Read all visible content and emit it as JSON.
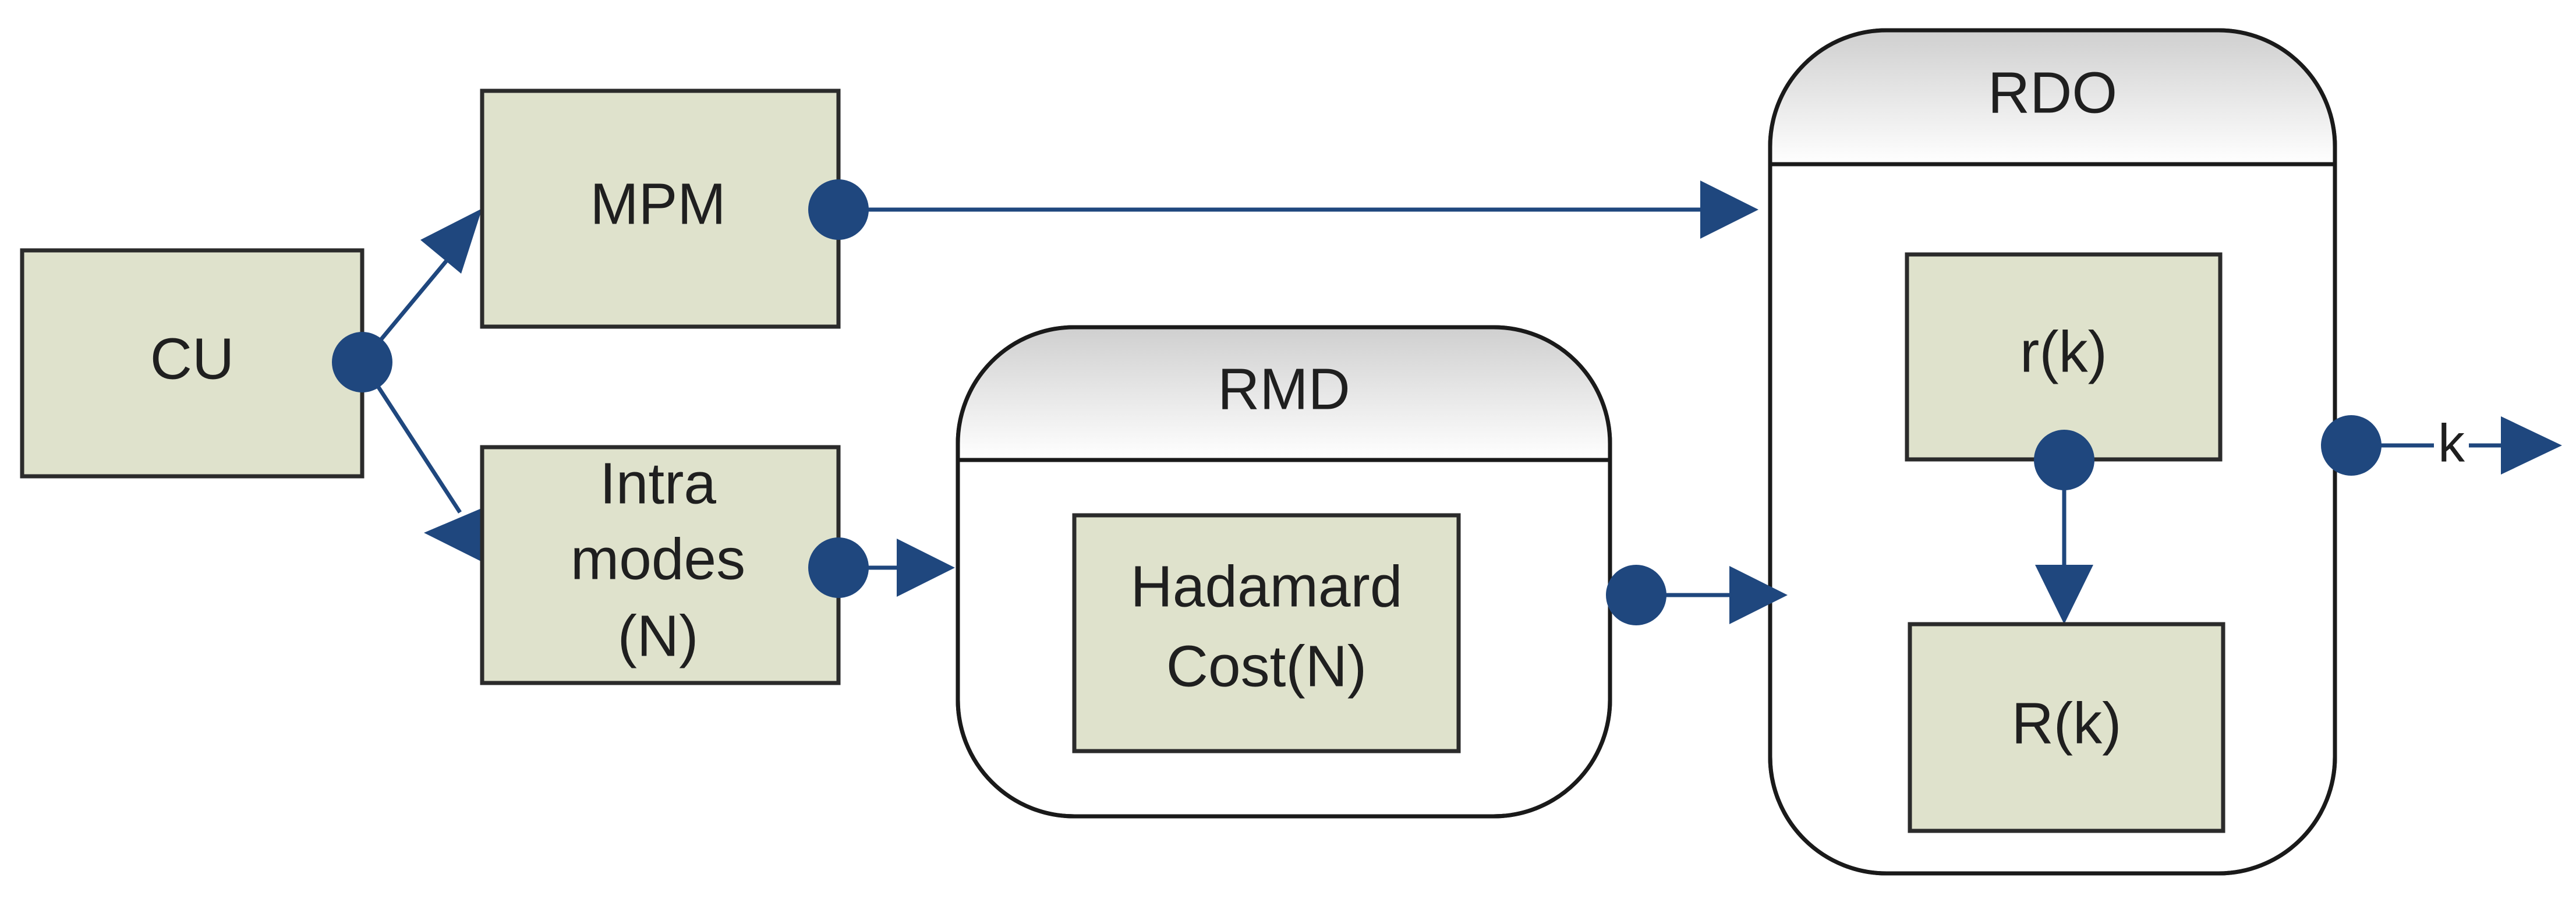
{
  "diagram": {
    "nodes": {
      "cu": "CU",
      "mpm": "MPM",
      "intra_line1": "Intra",
      "intra_line2": "modes",
      "intra_line3": "(N)",
      "hadamard_line1": "Hadamard",
      "hadamard_line2": "Cost(N)",
      "rk_lower": "r(k)",
      "rk_upper": "R(k)"
    },
    "containers": {
      "rmd": "RMD",
      "rdo": "RDO"
    },
    "output_label": "k",
    "colors": {
      "box_fill": "#dfe2cc",
      "connector": "#1f477e",
      "container_header_top": "#cfcfcf",
      "container_header_bottom": "#ffffff"
    }
  }
}
